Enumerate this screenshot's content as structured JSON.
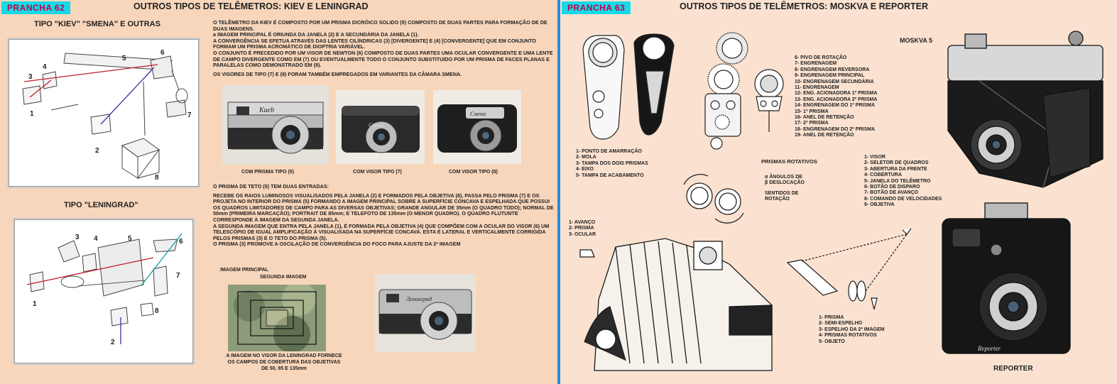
{
  "left": {
    "badge": "PRANCHA  62",
    "title": "OUTROS TIPOS DE TELÊMETROS: KIEV E LENINGRAD",
    "kiev_heading": "TIPO \"KIEV\"  \"SMENA\" E OUTRAS",
    "leningrad_heading": "TIPO \"LENINGRAD\"",
    "kiev_labels": [
      "1",
      "2",
      "3",
      "4",
      "5",
      "6",
      "7",
      "8"
    ],
    "leningrad_labels": [
      "1",
      "2",
      "3",
      "4",
      "5",
      "6",
      "7",
      "8"
    ],
    "kiev_text": [
      "O TELÊMETRO DA KIEV É COMPOSTO POR UM PRISMA DICRÓICO SOLIDO (5) COMPOSTO DE DUAS PARTES PARA FORMAÇÃO DE DE DUAS IMAGENS.",
      "a IMAGEM PRINCIPAL É ORIUNDA DA JANELA (2) E A SECUNDÁRIA DA JANELA (1).",
      "A CONVERGÊNCIA SE EFETUA ATRAVÉS DAS LENTES CILÍNDRICAS (3) [DIVERGENTE] E (4) [CONVERGENTE] QUE EM CONJUNTO FORMAM UM PRISMA ACROMÁTICO DE DIOPTRIA VARIÁVEL.",
      "O CONJUNTO É PRECEDIDO  POR UM VISOR DE NEWTON (6) COMPOSTO DE DUAS PARTES  UMA OCULAR CONVERGENTE E UMA LENTE DE CAMPO DIVERGENTE COMO EM (7)  OU EVENTUALMENTE TODO O CONJUNTO SUBSTITUIDO POR UM PRISMA DE FACES PLANAS E PARALELAS COMO DEMONSTRADO EM (8).",
      "OS VISORES DE TIPO (7) E (8) FORAM TAMBÉM EMPREGADOS  EM VARIANTES DA CÂMARA SMENA."
    ],
    "photo_captions": [
      "COM PRISMA TIPO (5)",
      "COM VISOR TIPO (7)",
      "COM VISOR TIPO (8)"
    ],
    "camera_names": [
      "Kueb",
      "Смена",
      "Смена"
    ],
    "leningrad_text": [
      "O PRISMA DE TETO (5) TEM DUAS ENTRADAS:",
      "RECEBE OS RAIOS LUMINOSOS VISUALISADOS PELA JANELA (2) E FORMADOS PELA OBJETIVA (8), PASSA PELO PRISMA (7) E OS PROJETA NO INTERIOR DO PRISMA (5) FORMANDO A IMAGEM PRINCIPAL SOBRE A SUPERFÍCIE CONCAVA E ESPELHADA QUE POSSUI OS QUADROS LIMITADORES DE CAMPO PARA AS DIVERSAS OBJETIVAS; GRANDE ANGULAR DE 35mm (O QUADRO TODO); NORMAL DE 50mm (PRIMEIRA MARCAÇÃO); PORTRAIT DE 85mm; E TELEFOTO DE 135mm (O MENOR QUADRO). O QUADRO FLUTUNTE CORRESPONDE À IMAGEM DA SEGUNDA JANELA.",
      "A SEGUNDA IMAGEM QUE ENTRA PELA JANELA (1), É FORMADA PELA OBJETIVA (4) QUE COMPÕEM COM A OCULAR DO VISOR (6) UM TELESCÓPIO DE IGUAL AMPLIFICAÇÃO À VISUALISADA NA SUPERFÍCIE CONCAVA. ESTA É LATERAL E VERTICALMENTE CORRIGIDA PELOS PRISMAS (3) E O TETO DO PRISMA (5).",
      "O PRISMA (3) PROMOVE A OSCILAÇÃO DE CONVERGÊNCIA DO FOCO PARA AJUSTE DA 2ª IMAGEM"
    ],
    "viewfinder_labels": [
      "IMAGEM PRINCIPAL",
      "SEGUNDA IMAGEM"
    ],
    "viewfinder_caption": [
      "A IMAGEM NO VISOR DA LENINGRAD FORNECE",
      "OS CAMPOS DE COBERTURA DAS OBJETIVAS",
      "DE 50, 85 E 135mm"
    ],
    "leningrad_camera_name": "Ленинград"
  },
  "right": {
    "badge": "PRANCHA  63",
    "title": "OUTROS TIPOS DE TELÊMETROS:  MOSKVA E REPORTER",
    "moskva_heading": "MOSKVA 5",
    "reporter_heading": "REPORTER",
    "gear_list": [
      "6- PIVO DE ROTAÇÃO",
      "7- ENGRENAGEM",
      "8- ENGRENAGEM REVERSORA",
      "9- ENGRENAGEM PRINCIPAL",
      "10- ENGRENAGEM SECUNDÁRIA",
      "11- ENGRENAGEM",
      "12- ENG. ACIONADORA 1º PRISMA",
      "13- ENG. ACIONADORA 2º PRISMA",
      "14- ENGRENAGEM DO 1º PRISMA",
      "15- 1º PRISMA",
      "16- ANEL DE RETENÇÃO",
      "17- 2º PRISMA",
      "18- ENGRENAGEM DO 2º PRISMA",
      "19- ANEL DE RETENÇÃO"
    ],
    "mount_list": [
      "1- PONTO DE AMARRAÇÃO",
      "2- MOLA",
      "3- TAMPA DOS DOIS PRISMAS",
      "4- EIXO",
      "5- TAMPA DE ACABAMENTO"
    ],
    "prisms_heading": "PRISMAS ROTATIVOS",
    "prisms_legend": [
      "α  ÂNGULOS DE",
      "β  DESLOCAÇÃO",
      "SENTIDOS DE",
      "ROTAÇÃO"
    ],
    "moskva_list": [
      "1- VISOR",
      "2- SELETOR DE QUADROS",
      "3- ABERTURA DA FRENTE",
      "4- COBERTURA",
      "5- JANELA DO TELÊMETRO",
      "6- BOTÃO DE DISPARO",
      "7- BOTÃO DE AVANÇO",
      "8- COMANDO DE VELOCIDADES",
      "9- OBJETIVA"
    ],
    "viewer_list": [
      "1- AVANÇO",
      "2- PRISMA",
      "3- OCULAR"
    ],
    "optics_list": [
      "1- PRISMA",
      "2- SEMI-ESPELHO",
      "3- ESPELHO DA 2ª IMAGEM",
      "4- PRISMAS ROTATIVOS",
      "5- OBJETO"
    ],
    "reporter_brand": "Reporter"
  },
  "colors": {
    "badge_bg": "#17d9e6",
    "badge_fg": "#c2004b",
    "left_bg": "#f8d6bb",
    "right_bg": "#fbe2d0",
    "divider": "#2a8ad8"
  }
}
